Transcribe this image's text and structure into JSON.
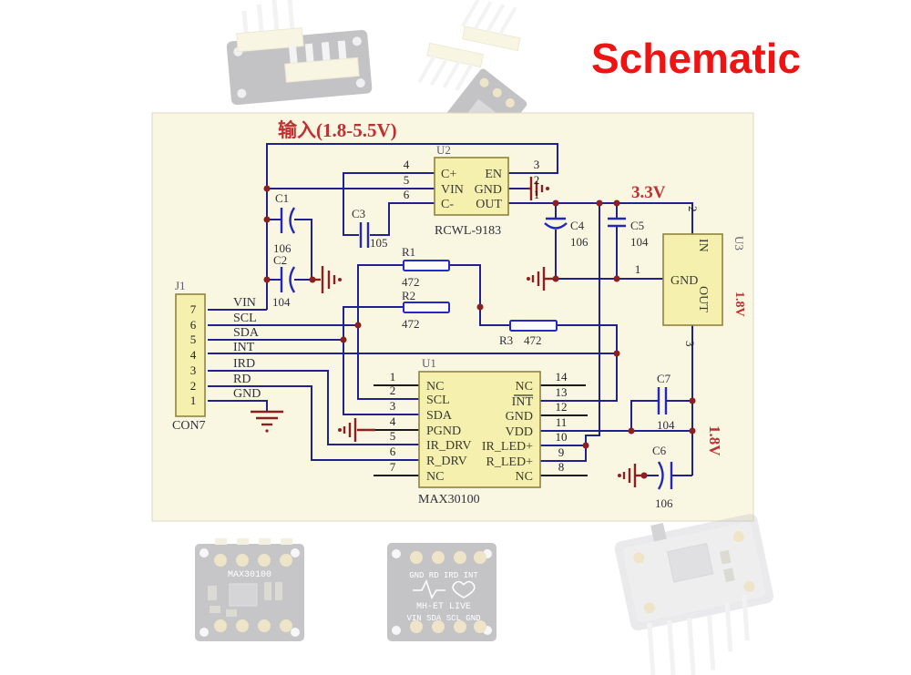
{
  "title": "Schematic",
  "colors": {
    "title_red": "#ee1414",
    "label_red": "#c03030",
    "wire_blue": "#20208e",
    "ground_maroon": "#8c2020",
    "ic_fill": "#f6f0ae",
    "sheet_bg": "#f9f6e2"
  },
  "schematic": {
    "labels": {
      "input": "输入(1.8-5.5V)",
      "v33": "3.3V",
      "v18": "1.8V"
    },
    "u2": {
      "ref": "U2",
      "part": "RCWL-9183",
      "left_pins": [
        {
          "num": "4",
          "name": "C+"
        },
        {
          "num": "5",
          "name": "VIN"
        },
        {
          "num": "6",
          "name": "C-"
        }
      ],
      "right_pins": [
        {
          "num": "3",
          "name": "EN"
        },
        {
          "num": "2",
          "name": "GND"
        },
        {
          "num": "1",
          "name": "OUT"
        }
      ]
    },
    "u1": {
      "ref": "U1",
      "part": "MAX30100",
      "left_pins": [
        {
          "num": "1",
          "name": "NC"
        },
        {
          "num": "2",
          "name": "SCL"
        },
        {
          "num": "3",
          "name": "SDA"
        },
        {
          "num": "4",
          "name": "PGND"
        },
        {
          "num": "5",
          "name": "IR_DRV"
        },
        {
          "num": "6",
          "name": "R_DRV"
        },
        {
          "num": "7",
          "name": "NC"
        }
      ],
      "right_pins": [
        {
          "num": "14",
          "name": "NC"
        },
        {
          "num": "13",
          "name": "INT"
        },
        {
          "num": "12",
          "name": "GND"
        },
        {
          "num": "11",
          "name": "VDD"
        },
        {
          "num": "10",
          "name": "IR_LED+"
        },
        {
          "num": "9",
          "name": "R_LED+"
        },
        {
          "num": "8",
          "name": "NC"
        }
      ]
    },
    "u3": {
      "ref": "U3",
      "value": "1.8V",
      "pin_in_num": "2",
      "pin_gnd_num": "1",
      "pin_out_num": "3",
      "label_in": "IN",
      "label_gnd": "GND",
      "label_out": "OUT"
    },
    "j1": {
      "ref": "J1",
      "part": "CON7",
      "pins": [
        {
          "num": "7",
          "name": "VIN"
        },
        {
          "num": "6",
          "name": "SCL"
        },
        {
          "num": "5",
          "name": "SDA"
        },
        {
          "num": "4",
          "name": "INT"
        },
        {
          "num": "3",
          "name": "IRD"
        },
        {
          "num": "2",
          "name": "RD"
        },
        {
          "num": "1",
          "name": "GND"
        }
      ]
    },
    "capacitors": [
      {
        "ref": "C1",
        "value": "106"
      },
      {
        "ref": "C2",
        "value": "104"
      },
      {
        "ref": "C3",
        "value": "105"
      },
      {
        "ref": "C4",
        "value": "106"
      },
      {
        "ref": "C5",
        "value": "104"
      },
      {
        "ref": "C6",
        "value": "106"
      },
      {
        "ref": "C7",
        "value": "104"
      }
    ],
    "resistors": [
      {
        "ref": "R1",
        "value": "472"
      },
      {
        "ref": "R2",
        "value": "472"
      },
      {
        "ref": "R3",
        "value": "472"
      }
    ]
  },
  "photos": {
    "board_front_text": "MAX30100",
    "board_back_top": "GND RD IRD INT",
    "board_back_brand": "MH-ET LIVE",
    "board_back_bottom": "VIN SDA SCL GND"
  }
}
